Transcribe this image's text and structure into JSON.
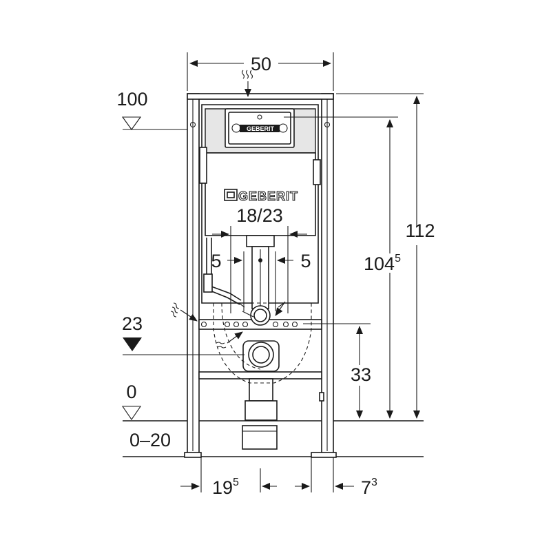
{
  "brand": {
    "logo_text": "GEBERIT",
    "plate_logo_text": "GEBERIT"
  },
  "dimensions": {
    "width_total": "50",
    "height_total": "112",
    "height_plate": "104",
    "height_plate_sup": "5",
    "drain_height": "33",
    "flush_pipe_spacing": "18/23",
    "offset_left": "5",
    "offset_right": "5",
    "bottom_depth": "19",
    "bottom_depth_sup": "5",
    "bottom_right": "7",
    "bottom_right_sup": "3"
  },
  "levels": {
    "top_level": "100",
    "drain_level": "23",
    "floor_level": "0",
    "floor_range": "0–20"
  },
  "colors": {
    "line": "#1a1a1a",
    "background": "#ffffff",
    "panel": "#e6e6e6"
  },
  "icons": [
    "water-supply-icon",
    "level-marker-icon",
    "drain-arrow-icon"
  ]
}
